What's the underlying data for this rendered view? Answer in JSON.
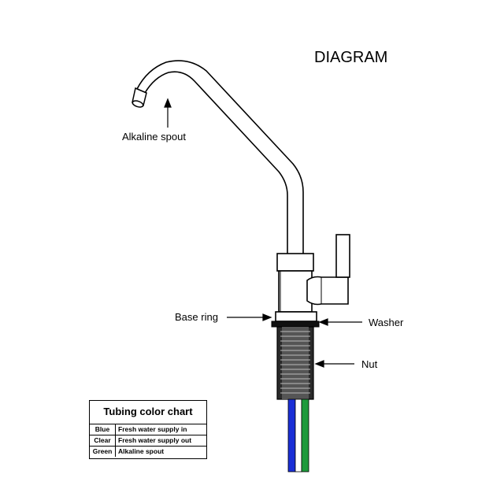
{
  "title": "DIAGRAM",
  "labels": {
    "alkaline_spout": "Alkaline spout",
    "base_ring": "Base ring",
    "washer": "Washer",
    "nut": "Nut"
  },
  "tubing_chart": {
    "title": "Tubing color chart",
    "rows": [
      {
        "color": "Blue",
        "use": "Fresh water supply in"
      },
      {
        "color": "Clear",
        "use": "Fresh water supply out"
      },
      {
        "color": "Green",
        "use": "Alkaline spout"
      }
    ]
  },
  "colors": {
    "tube_blue": "#1a2fd6",
    "tube_clear": "#ffffff",
    "tube_green": "#1e9a3c",
    "outline": "#000000"
  }
}
